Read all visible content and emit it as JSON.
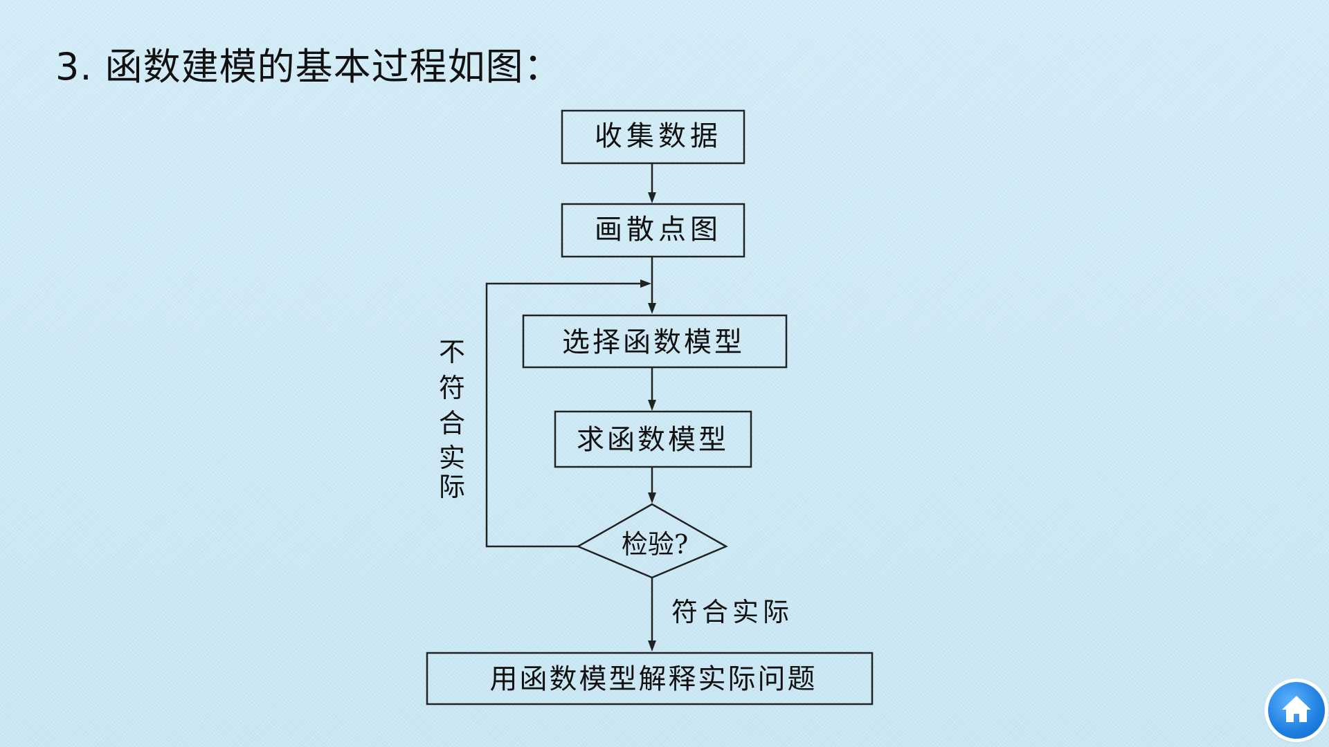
{
  "slide": {
    "title": "3. 函数建模的基本过程如图："
  },
  "flowchart": {
    "nodes": {
      "collect": "收集数据",
      "scatter": "画散点图",
      "choose": "选择函数模型",
      "solve": "求函数模型",
      "check": "检验?",
      "explain": "用函数模型解释实际问题"
    },
    "labels": {
      "no_fit": [
        "不",
        "符",
        "合",
        "实",
        "际"
      ],
      "fit": "符合实际"
    }
  },
  "nav": {
    "home_icon": "home-icon",
    "accent": "#1e7fe0"
  }
}
